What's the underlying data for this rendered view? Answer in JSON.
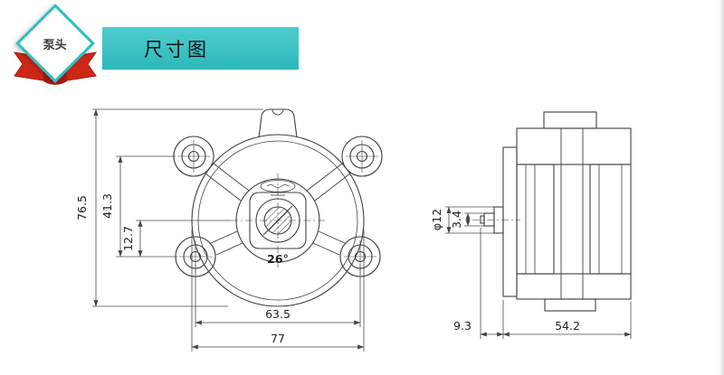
{
  "badge": {
    "label": "泵头"
  },
  "header": {
    "title": "尺寸图"
  },
  "colors": {
    "accent_teal": "#35c2c4",
    "ribbon_red": "#cf2717",
    "line": "#3d3f42"
  },
  "front_view": {
    "description": "pump head front view with four mounting holes",
    "dimensions": {
      "overall_height": "76.5",
      "hole_row_spacing": "41.3",
      "center_to_lower_holes": "12.7",
      "hole_column_spacing": "63.5",
      "overall_width": "77",
      "angle": "26°"
    }
  },
  "side_view": {
    "description": "pump with motor side view",
    "dimensions": {
      "boss_diameter": "φ12",
      "shaft_flat": "3.4",
      "shaft_length": "9.3",
      "body_length": "54.2"
    }
  }
}
